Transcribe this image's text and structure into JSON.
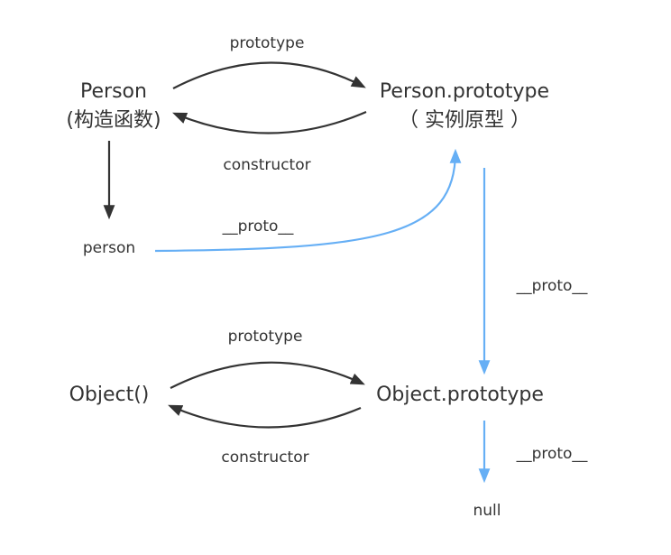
{
  "nodes": {
    "person_ctor": "Person",
    "person_ctor_sub": "(构造函数)",
    "person_proto": "Person.prototype",
    "person_proto_sub": "（ 实例原型 ）",
    "person_instance": "person",
    "object_ctor": "Object()",
    "object_proto": "Object.prototype",
    "null_node": "null"
  },
  "edges": {
    "prototype_top": "prototype",
    "constructor_top": "constructor",
    "proto_person": "__proto__",
    "proto_person_prototype": "__proto__",
    "prototype_bottom": "prototype",
    "constructor_bottom": "constructor",
    "proto_object_prototype": "__proto__"
  },
  "colors": {
    "dark_arrow": "#333333",
    "proto_arrow": "#66aff5",
    "text": "#333333"
  }
}
